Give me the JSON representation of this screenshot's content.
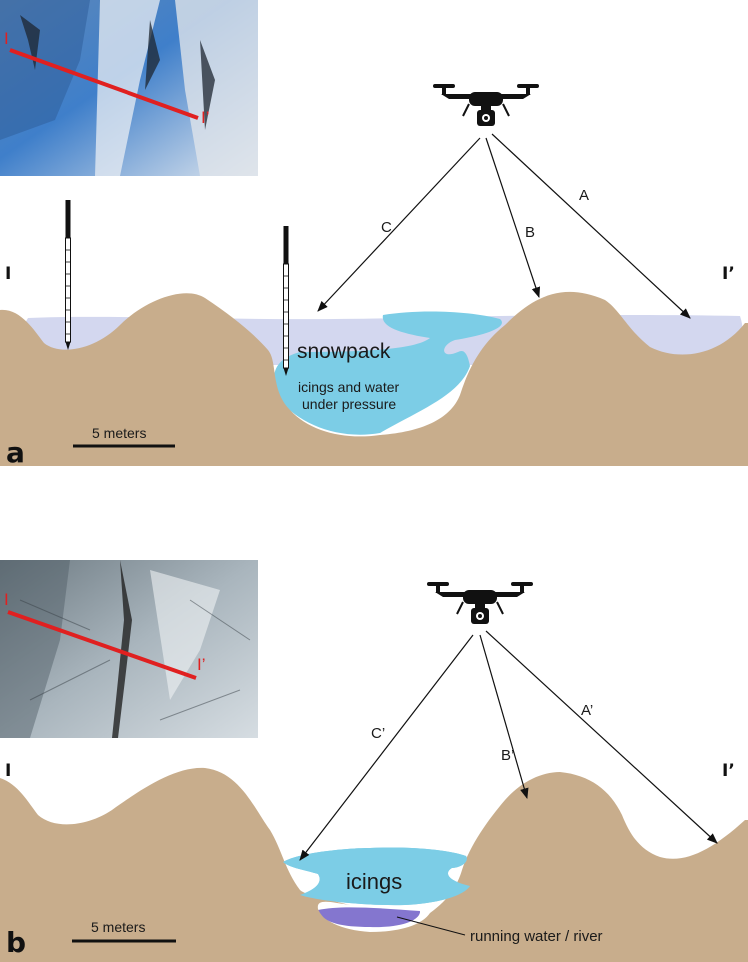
{
  "panel_a": {
    "letter": "a",
    "section_start": "I",
    "section_end": "I’",
    "photo_start": "I",
    "photo_end": "I’",
    "rays": {
      "a": "A",
      "b": "B",
      "c": "C"
    },
    "layers": {
      "snowpack": "snowpack",
      "icings_line1": "icings and water",
      "icings_line2": "under pressure"
    },
    "scale": "5 meters"
  },
  "panel_b": {
    "letter": "b",
    "section_start": "I",
    "section_end": "I’",
    "photo_start": "I",
    "photo_end": "I’",
    "rays": {
      "a": "A’",
      "b": "B’",
      "c": "C’"
    },
    "layers": {
      "icings": "icings",
      "river": "running water / river"
    },
    "scale": "5 meters"
  },
  "colors": {
    "ground": "#c8ad8c",
    "snow": "#d3d7ef",
    "ice": "#7ccde6",
    "water": "#8476cf",
    "section_line": "#e02020"
  }
}
